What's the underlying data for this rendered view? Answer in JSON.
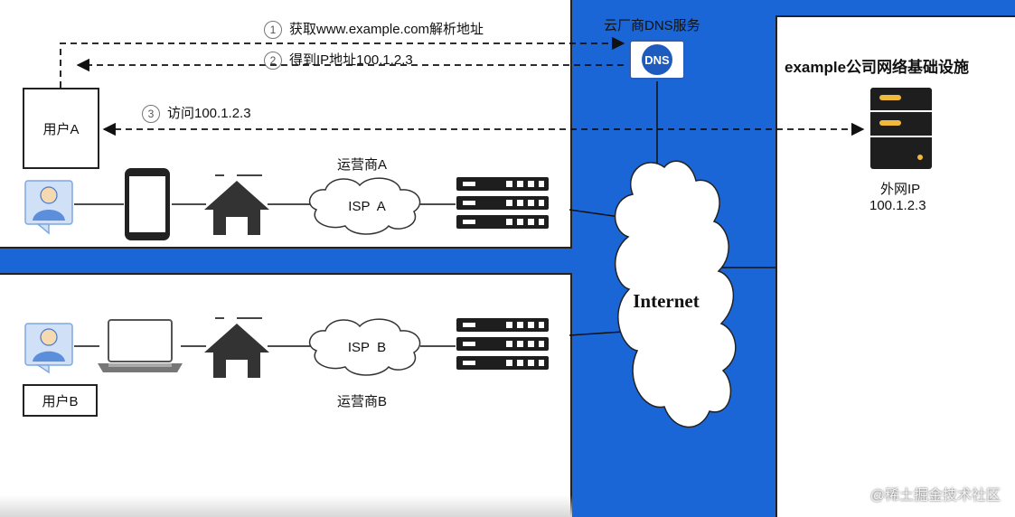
{
  "steps": {
    "s1": {
      "num": "1",
      "text": "获取www.example.com解析地址"
    },
    "s2": {
      "num": "2",
      "text": "得到IP地址100.1.2.3"
    },
    "s3": {
      "num": "3",
      "text": "访问100.1.2.3"
    }
  },
  "dns": {
    "label": "云厂商DNS服务",
    "icon_text": "DNS",
    "icon": "dns-icon"
  },
  "company": {
    "title": "example公司网络基础设施",
    "ip_label": "外网IP",
    "ip_value": "100.1.2.3",
    "icon": "server-tower-icon"
  },
  "user_a": {
    "box_label": "用户A",
    "isp_label": "运营商A",
    "isp_cloud": "ISP  A"
  },
  "user_b": {
    "box_label": "用户B",
    "isp_label": "运营商B",
    "isp_cloud": "ISP  B"
  },
  "internet": {
    "label": "Internet"
  },
  "watermark": "@稀土掘金技术社区",
  "colors": {
    "background": "#1a66d6",
    "panel": "#ffffff",
    "dns_blue": "#1e5bbf",
    "server_dark": "#1e1e1e",
    "server_led": "#f0b93a"
  }
}
